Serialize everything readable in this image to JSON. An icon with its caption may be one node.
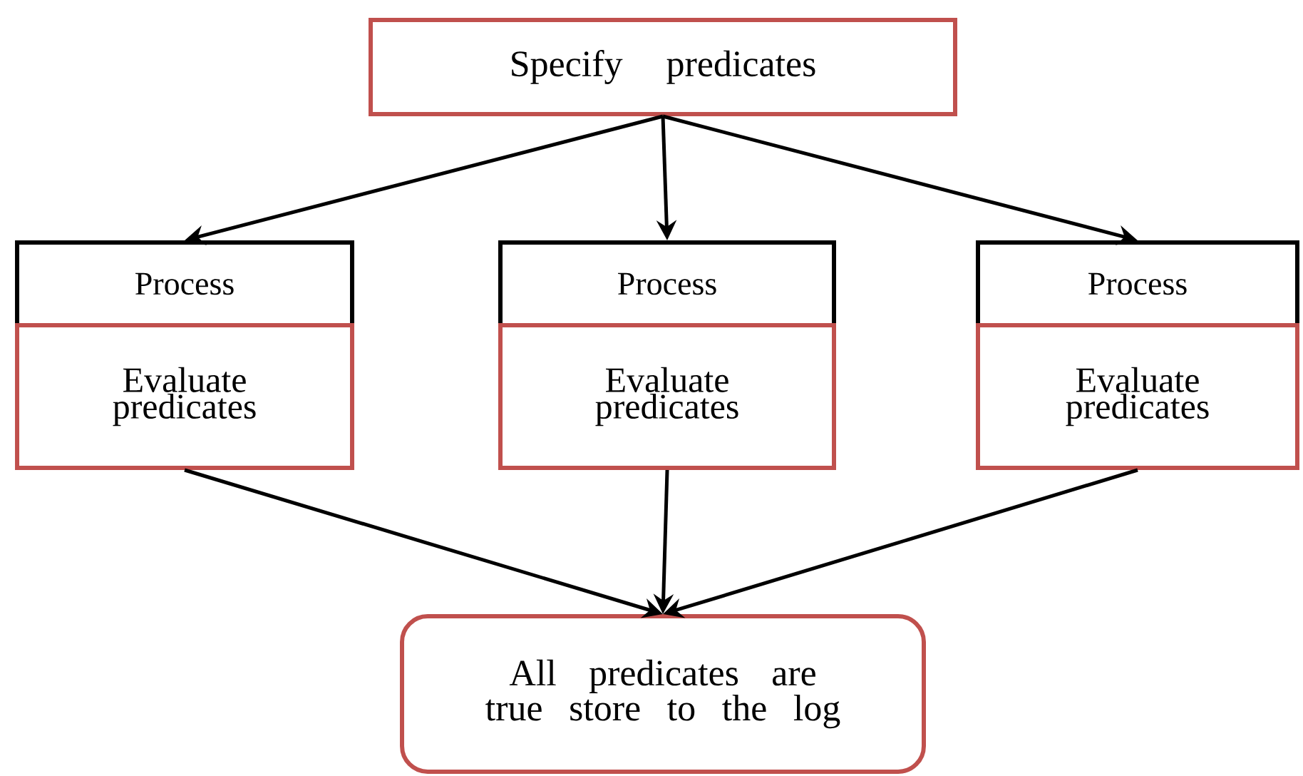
{
  "diagram": {
    "nodes": [
      {
        "text": [
          "Specify predicates"
        ]
      },
      {
        "text": [
          "Process"
        ]
      },
      {
        "text": [
          "Evaluate predicates"
        ]
      },
      {
        "text": [
          "Process"
        ]
      },
      {
        "text": [
          "Evaluate predicates"
        ]
      },
      {
        "text": [
          "Process"
        ]
      },
      {
        "text": [
          "Evaluate predicates"
        ]
      },
      {
        "text": [
          "All predicates are true store to the log"
        ]
      }
    ],
    "edges": [
      {
        "from": 0,
        "to": 1,
        "arrow": "to"
      },
      {
        "from": 0,
        "to": 3,
        "arrow": "to"
      },
      {
        "from": 0,
        "to": 5,
        "arrow": "to"
      },
      {
        "from": 2,
        "to": 7,
        "arrow": "to"
      },
      {
        "from": 4,
        "to": 7,
        "arrow": "to"
      },
      {
        "from": 6,
        "to": 7,
        "arrow": "to"
      }
    ]
  }
}
